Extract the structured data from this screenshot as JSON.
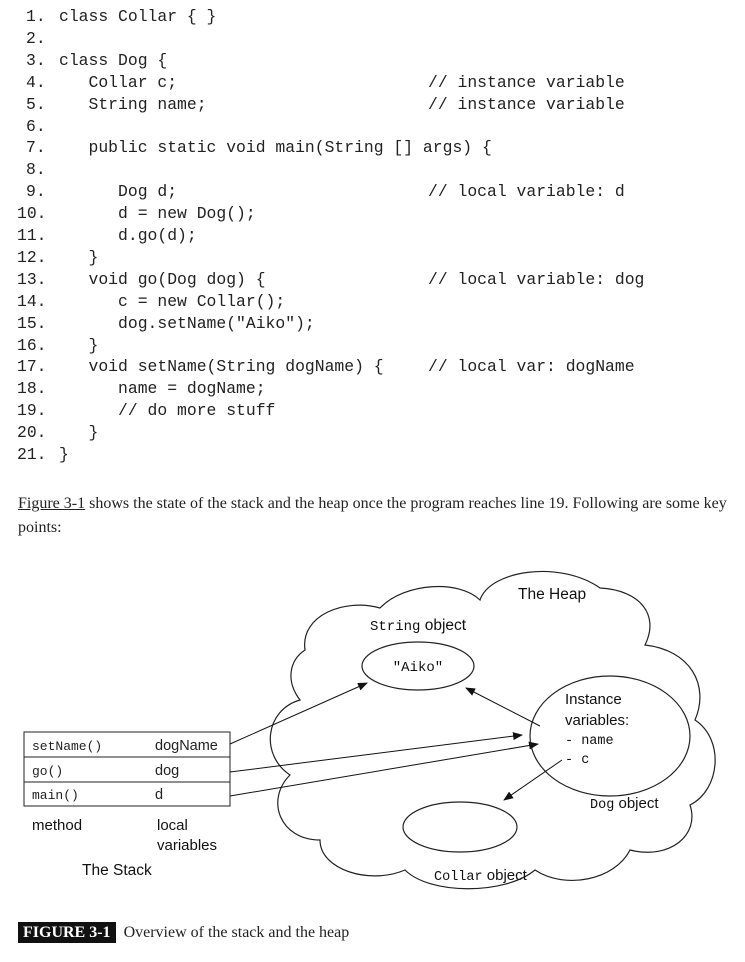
{
  "code": {
    "lines": [
      {
        "n": "1.",
        "code": "class Collar { }",
        "comment": ""
      },
      {
        "n": "2.",
        "code": "",
        "comment": ""
      },
      {
        "n": "3.",
        "code": "class Dog {",
        "comment": ""
      },
      {
        "n": "4.",
        "code": "   Collar c;",
        "comment": "// instance variable"
      },
      {
        "n": "5.",
        "code": "   String name;",
        "comment": "// instance variable"
      },
      {
        "n": "6.",
        "code": "",
        "comment": ""
      },
      {
        "n": "7.",
        "code": "   public static void main(String [] args) {",
        "comment": ""
      },
      {
        "n": "8.",
        "code": "",
        "comment": ""
      },
      {
        "n": "9.",
        "code": "      Dog d;",
        "comment": "// local variable: d"
      },
      {
        "n": "10.",
        "code": "      d = new Dog();",
        "comment": ""
      },
      {
        "n": "11.",
        "code": "      d.go(d);",
        "comment": ""
      },
      {
        "n": "12.",
        "code": "   }",
        "comment": ""
      },
      {
        "n": "13.",
        "code": "   void go(Dog dog) {",
        "comment": "// local variable: dog"
      },
      {
        "n": "14.",
        "code": "      c = new Collar();",
        "comment": ""
      },
      {
        "n": "15.",
        "code": "      dog.setName(\"Aiko\");",
        "comment": ""
      },
      {
        "n": "16.",
        "code": "   }",
        "comment": ""
      },
      {
        "n": "17.",
        "code": "   void setName(String dogName) {",
        "comment": "// local var: dogName"
      },
      {
        "n": "18.",
        "code": "      name = dogName;",
        "comment": ""
      },
      {
        "n": "19.",
        "code": "      // do more stuff",
        "comment": ""
      },
      {
        "n": "20.",
        "code": "   }",
        "comment": ""
      },
      {
        "n": "21.",
        "code": "}",
        "comment": ""
      }
    ]
  },
  "paragraph": {
    "link": "Figure 3-1",
    "text": " shows the state of the stack and the heap once the program reaches line 19. Following are some key points:"
  },
  "figure": {
    "heap_title": "The Heap",
    "string_object": {
      "type": "String",
      "suffix": " object",
      "value": "\"Aiko\""
    },
    "dog_object": {
      "type": "Dog",
      "suffix": " object",
      "header1": "Instance",
      "header2": "variables:",
      "vars": [
        "- name",
        "- c"
      ]
    },
    "collar_object": {
      "type": "Collar",
      "suffix": " object"
    },
    "stack": {
      "rows": [
        {
          "method": "setName()",
          "var": "dogName"
        },
        {
          "method": "go()",
          "var": "dog"
        },
        {
          "method": "main()",
          "var": "d"
        }
      ],
      "method_label": "method",
      "local_label_1": "local",
      "local_label_2": "variables",
      "title": "The Stack"
    }
  },
  "caption": {
    "label": "FIGURE 3-1",
    "text": "Overview of the stack and the heap"
  }
}
